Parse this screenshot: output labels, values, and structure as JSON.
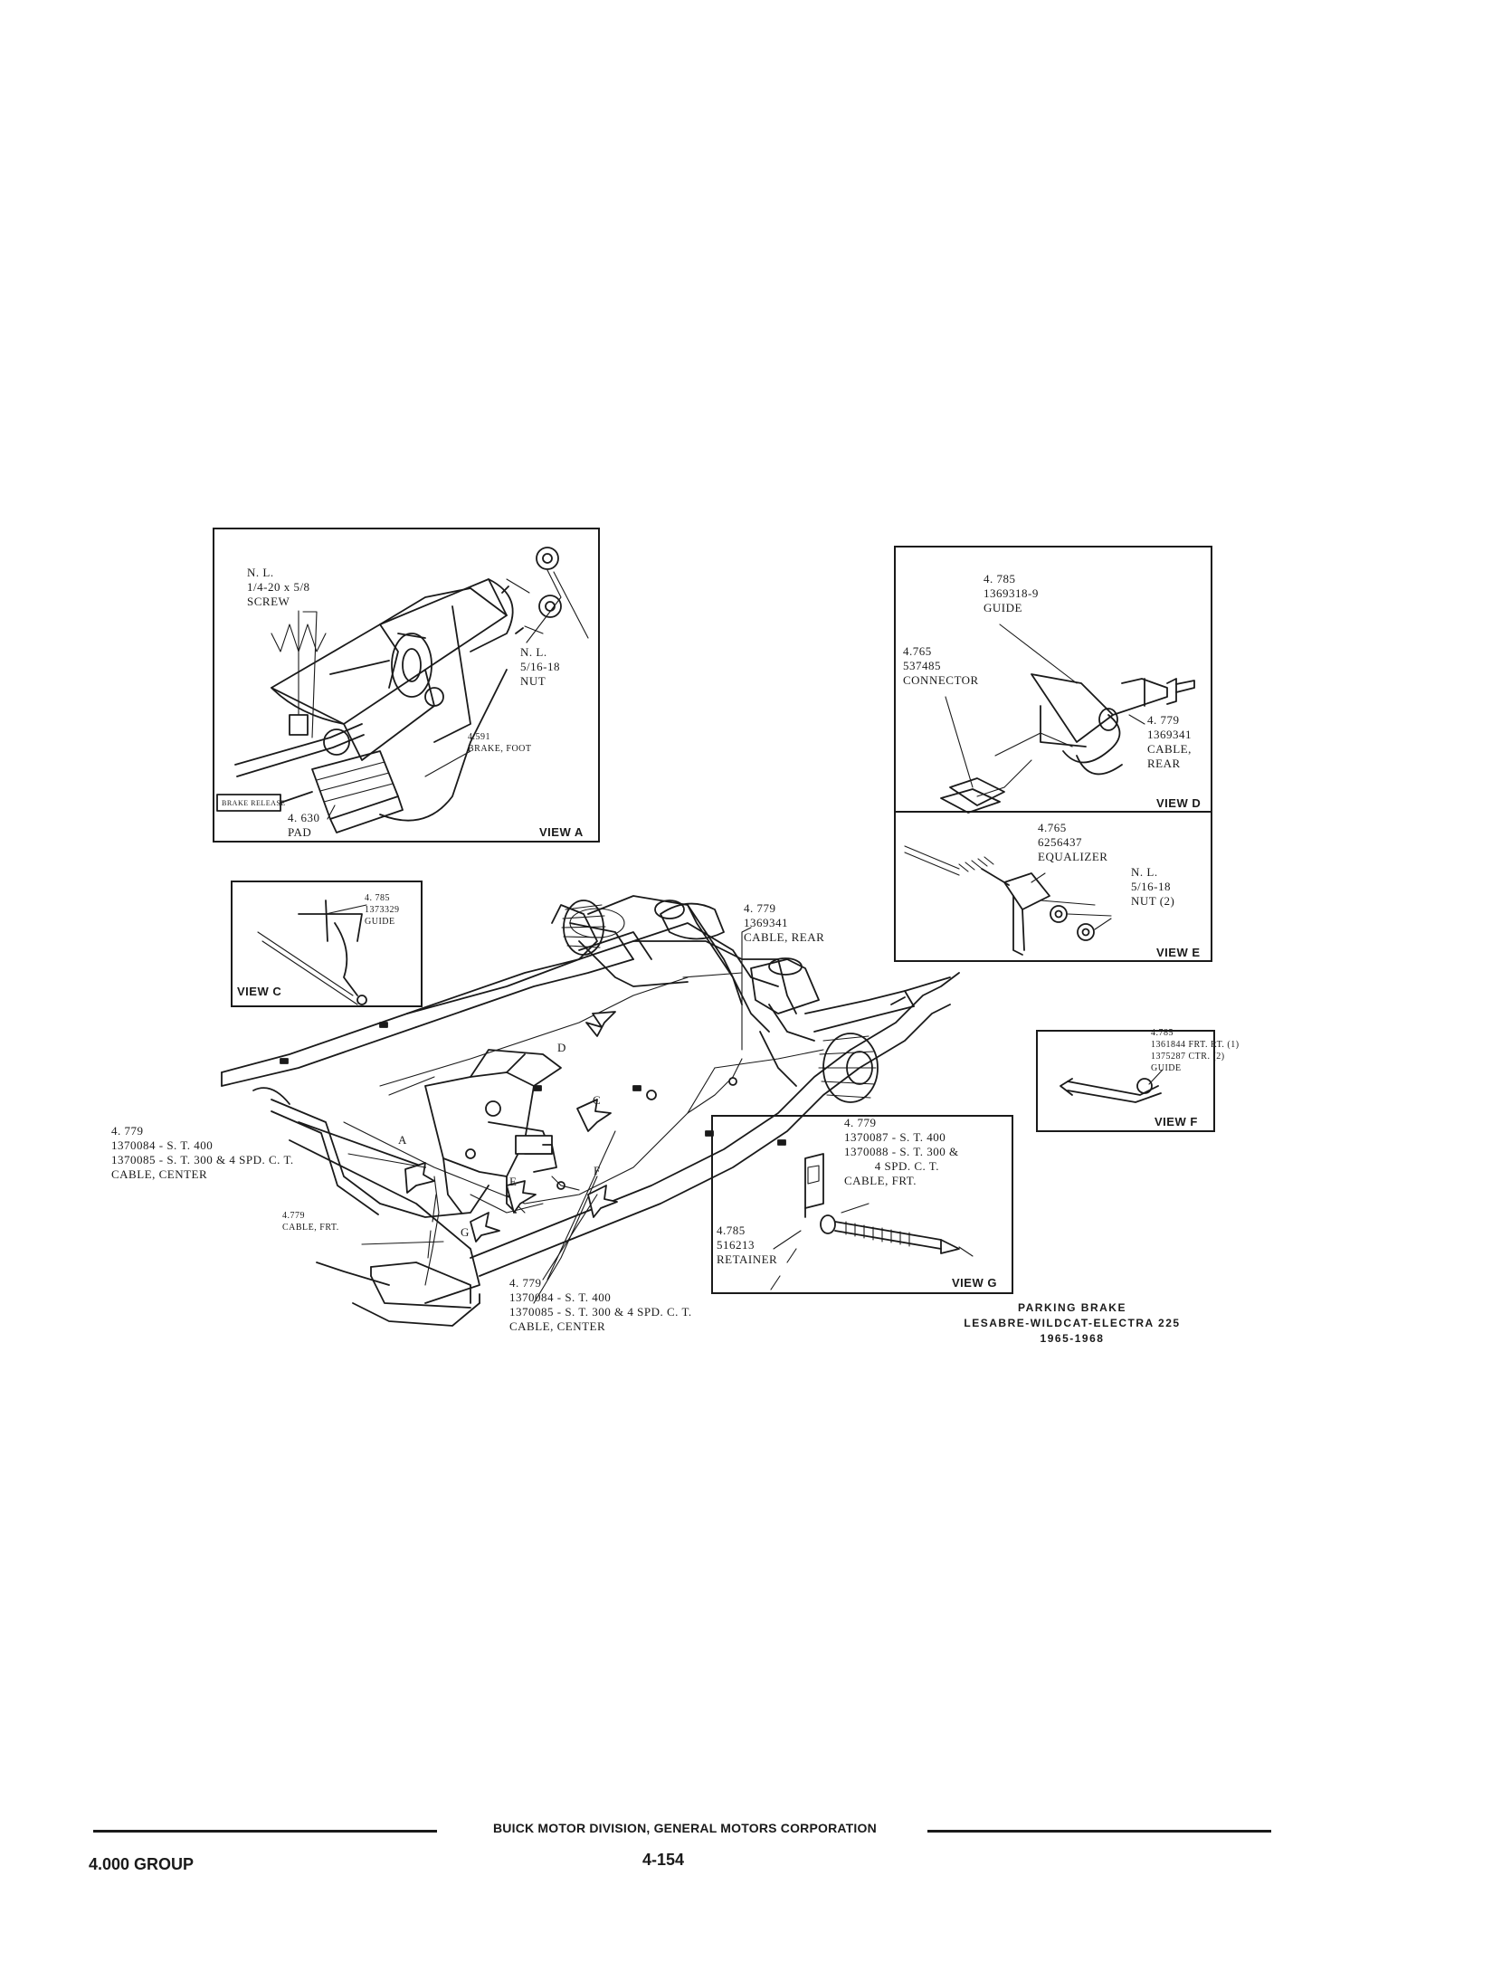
{
  "views": {
    "a": {
      "tag": "VIEW A",
      "screw": "N. L.\n1/4-20 x 5/8\nSCREW",
      "nut": "N. L.\n5/16-18\nNUT",
      "brake": "4.591\nBRAKE, FOOT",
      "pad": "4. 630\nPAD",
      "release_knob": "BRAKE RELEASE"
    },
    "c": {
      "tag": "VIEW C",
      "guide": "4. 785\n1373329\nGUIDE"
    },
    "d": {
      "tag": "VIEW D",
      "guide": "4. 785\n1369318-9\nGUIDE",
      "connector": "4.765\n537485\nCONNECTOR",
      "cable": "4. 779\n1369341\nCABLE,\nREAR"
    },
    "e": {
      "tag": "VIEW E",
      "equalizer": "4.765\n6256437\nEQUALIZER",
      "nut": "N. L.\n5/16-18\nNUT (2)"
    },
    "f": {
      "tag": "VIEW F",
      "guide": "4.785\n1361844 FRT. RT. (1)\n1375287 CTR. (2)\nGUIDE"
    },
    "g": {
      "tag": "VIEW G",
      "cable": "4. 779\n1370087 - S. T. 400\n1370088 - S. T. 300 &\n         4 SPD. C. T.\nCABLE, FRT.",
      "retainer": "4.785\n516213\nRETAINER"
    }
  },
  "main": {
    "cable_rear": "4. 779\n1369341\nCABLE, REAR",
    "cable_center_left": "4. 779\n1370084 - S. T. 400\n1370085 - S. T. 300 & 4 SPD. C. T.\nCABLE, CENTER",
    "cable_front": "4.779\nCABLE, FRT.",
    "cable_center_bottom": "4. 779\n1370084 - S. T. 400\n1370085 - S. T. 300 & 4 SPD. C. T.\nCABLE, CENTER",
    "arrow_letters": {
      "a": "A",
      "c": "C",
      "d": "D",
      "e": "E",
      "f": "F",
      "g": "G"
    }
  },
  "caption": {
    "line1": "PARKING BRAKE",
    "line2": "LESABRE-WILDCAT-ELECTRA 225",
    "line3": "1965-1968"
  },
  "footer": {
    "division": "BUICK MOTOR DIVISION, GENERAL MOTORS CORPORATION",
    "page": "4-154",
    "group": "4.000 GROUP"
  }
}
